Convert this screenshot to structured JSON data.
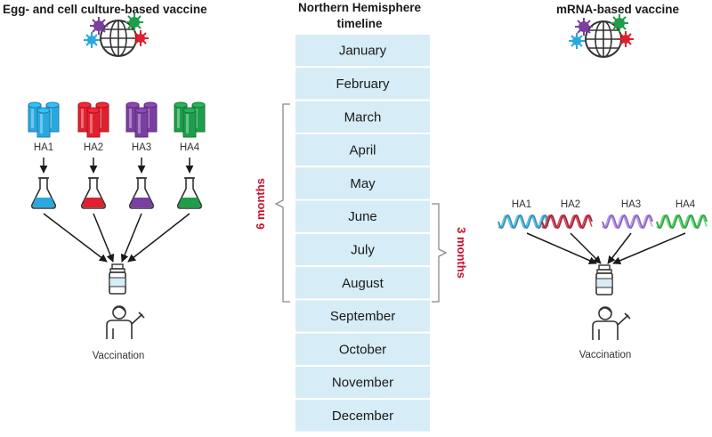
{
  "left_panel": {
    "title": "Egg- and cell culture-based vaccine",
    "strains": [
      {
        "label": "HA1",
        "color": "#29a8e0"
      },
      {
        "label": "HA2",
        "color": "#e0202e"
      },
      {
        "label": "HA3",
        "color": "#7a3fa0"
      },
      {
        "label": "HA4",
        "color": "#1e9e4a"
      }
    ],
    "vaccination_label": "Vaccination"
  },
  "timeline": {
    "title_line1": "Northern Hemisphere",
    "title_line2": "timeline",
    "months": [
      "January",
      "February",
      "March",
      "April",
      "May",
      "June",
      "July",
      "August",
      "September",
      "October",
      "November",
      "December"
    ],
    "six_months_label": "6 months",
    "three_months_label": "3 months",
    "cell_color": "#d6ecf6",
    "accent_color": "#c8102e"
  },
  "right_panel": {
    "title": "mRNA-based vaccine",
    "strains": [
      {
        "label": "HA1",
        "color": "#3a8fb0"
      },
      {
        "label": "HA2",
        "color": "#a02a3a"
      },
      {
        "label": "HA3",
        "color": "#8a6ab8"
      },
      {
        "label": "HA4",
        "color": "#3aa04a"
      }
    ],
    "vaccination_label": "Vaccination"
  }
}
